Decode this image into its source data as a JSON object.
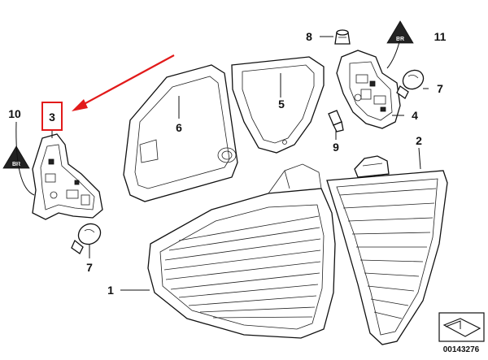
{
  "callouts": {
    "c1": "1",
    "c2": "2",
    "c3": "3",
    "c4": "4",
    "c5": "5",
    "c6": "6",
    "c7a": "7",
    "c7b": "7",
    "c8": "8",
    "c9": "9",
    "c10": "10",
    "c11": "11"
  },
  "badge_text": {
    "left": "BR",
    "right": "BR"
  },
  "document_number": "00143276",
  "colors": {
    "highlight": "#e21a1a",
    "line": "#111111",
    "background": "#ffffff"
  },
  "icons": [
    "warning-triangle-icon",
    "highlight-arrow-icon",
    "catalog-folder-icon"
  ]
}
